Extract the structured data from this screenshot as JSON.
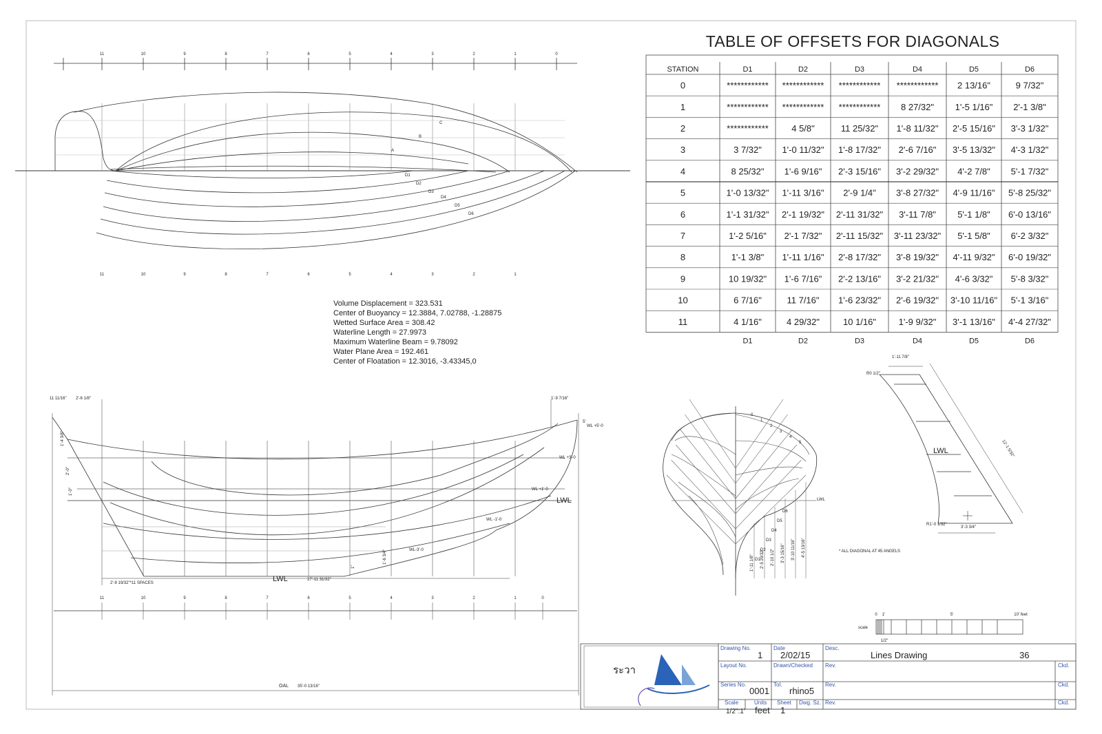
{
  "offsets_table": {
    "title": "TABLE OF OFFSETS FOR DIAGONALS",
    "header": [
      "STATION",
      "D1",
      "D2",
      "D3",
      "D4",
      "D5",
      "D6"
    ],
    "footer": [
      "D1",
      "D2",
      "D3",
      "D4",
      "D5",
      "D6"
    ],
    "rows": [
      [
        "0",
        "************",
        "************",
        "************",
        "************",
        "2 13/16\"",
        "9 7/32\""
      ],
      [
        "1",
        "************",
        "************",
        "************",
        "8 27/32\"",
        "1'-5 1/16\"",
        "2'-1 3/8\""
      ],
      [
        "2",
        "************",
        "4 5/8\"",
        "11 25/32\"",
        "1'-8 11/32\"",
        "2'-5 15/16\"",
        "3'-3 1/32\""
      ],
      [
        "3",
        "3 7/32\"",
        "1'-0 11/32\"",
        "1'-8 17/32\"",
        "2'-6 7/16\"",
        "3'-5 13/32\"",
        "4'-3 1/32\""
      ],
      [
        "4",
        "8 25/32\"",
        "1'-6 9/16\"",
        "2'-3 15/16\"",
        "3'-2 29/32\"",
        "4'-2 7/8\"",
        "5'-1 7/32\""
      ],
      [
        "5",
        "1'-0 13/32\"",
        "1'-11 3/16\"",
        "2'-9 1/4\"",
        "3'-8 27/32\"",
        "4'-9 11/16\"",
        "5'-8 25/32\""
      ],
      [
        "6",
        "1'-1 31/32\"",
        "2'-1 19/32\"",
        "2'-11 31/32\"",
        "3'-11 7/8\"",
        "5'-1 1/8\"",
        "6'-0 13/16\""
      ],
      [
        "7",
        "1'-2 5/16\"",
        "2'-1 7/32\"",
        "2'-11 15/32\"",
        "3'-11 23/32\"",
        "5'-1 5/8\"",
        "6'-2 3/32\""
      ],
      [
        "8",
        "1'-1 3/8\"",
        "1'-11 1/16\"",
        "2'-8 17/32\"",
        "3'-8 19/32\"",
        "4'-11 9/32\"",
        "6'-0 19/32\""
      ],
      [
        "9",
        "10 19/32\"",
        "1'-6 7/16\"",
        "2'-2 13/16\"",
        "3'-2 21/32\"",
        "4'-6 3/32\"",
        "5'-8 3/32\""
      ],
      [
        "10",
        "6 7/16\"",
        "11 7/16\"",
        "1'-6 23/32\"",
        "2'-6 19/32\"",
        "3'-10 11/16\"",
        "5'-1 3/16\""
      ],
      [
        "11",
        "4 1/16\"",
        "4 29/32\"",
        "10 1/16\"",
        "1'-9 9/32\"",
        "3'-1 13/16\"",
        "4'-4 27/32\""
      ]
    ]
  },
  "hydrostatics": [
    "Volume Displacement = 323.531",
    "Center of Buoyancy = 12.3884, 7.02788, -1.28875",
    "Wetted Surface Area = 308.42",
    "Waterline Length = 27.9973",
    "Maximum Waterline Beam = 9.78092",
    "Water Plane Area = 192.461",
    "Center of Floatation = 12.3016, -3.43345,0"
  ],
  "plan_view": {
    "stations_top": [
      "11",
      "10",
      "9",
      "8",
      "7",
      "6",
      "5",
      "4",
      "3",
      "2",
      "1",
      "0"
    ],
    "stations_bottom": [
      "11",
      "10",
      "9",
      "8",
      "7",
      "6",
      "5",
      "4",
      "3",
      "2",
      "1"
    ],
    "buttock_labels": [
      "A",
      "B",
      "C"
    ],
    "diagonal_labels": [
      "D1",
      "D2",
      "D3",
      "D4",
      "D5",
      "D6"
    ]
  },
  "profile_view": {
    "stations": [
      "11",
      "10",
      "9",
      "8",
      "7",
      "6",
      "5",
      "4",
      "3",
      "2",
      "1",
      "0"
    ],
    "waterlines": [
      "WL +5'-0",
      "WL +3'-0",
      "WL +1'-0",
      "LWL",
      "WL -1'-0",
      "WL-3'-0"
    ],
    "lwl_label": "LWL",
    "lwl_dim": "27'-11 31/32\"",
    "dim_top_left_1": "11 11/16\"",
    "dim_top_left_2": "2'-6 1/8\"",
    "dim_top_right": "1'-9 7/16\"",
    "dim_right_5": "5'",
    "dim_left_1": "1'-4 3/8\"",
    "dim_left_2": "2'-0\"",
    "dim_left_3": "1'-0\"",
    "dim_keel_1": "1'-6 3/4\"",
    "dim_keel_2": "1\"",
    "spacing_note": "2'-9 19/32\"*11 SPACES",
    "oal_label": "OAL",
    "oal_value": "35'-0 13/16\""
  },
  "body_plan": {
    "station_labels": [
      "0",
      "1",
      "2",
      "3",
      "4",
      "5"
    ],
    "diag_labels": [
      "D6",
      "D5",
      "D4",
      "D3",
      "D2",
      "D1"
    ],
    "dims": [
      "1'-11 1/8\"",
      "2'-5 29/32\"",
      "2'-10 1/2\"",
      "3'-3 15/16\"",
      "3'-10 11/16\"",
      "4'-5 13/16\""
    ],
    "note": "* ALL DIAGONAL AT 45 ANGELS",
    "lwl_tag": "LWL"
  },
  "transom": {
    "label": "LWL",
    "dim_top": "1'-11 7/8\"",
    "dim_r": "R0 1/2\"",
    "dim_r2": "R1'-0 1/32\"",
    "dim_bottom": "3'-3 3/4\"",
    "dim_length": "12'-1 5/32\""
  },
  "scale_bar": {
    "ticks": [
      "0",
      "1'",
      "5'",
      "10' feet"
    ],
    "label": "scale",
    "sub": "1/2\""
  },
  "title_block": {
    "drawing_no_key": "Drawing No.",
    "drawing_no": "1",
    "date_key": "Date",
    "date": "2/02/15",
    "desc_key": "Desc.",
    "desc": "Lines Drawing",
    "desc_extra": "36",
    "layout_key": "Layout No.",
    "drawn_key": "Drawn/Checked",
    "rev_key": "Rev.",
    "ckd_key": "Ckd.",
    "series_key": "Series No.",
    "series": "0001",
    "tol_key": "Tol.",
    "tol": "rhino5",
    "scale_key": "Scale",
    "scale": "1/2\":1'",
    "units_key": "Units",
    "units": "feet",
    "sheet_key": "Sheet",
    "sheet": "1",
    "dwg_key": "Dwg. Sz.",
    "logo_text": "ระวา",
    "brand_color": "#2a63b8"
  }
}
